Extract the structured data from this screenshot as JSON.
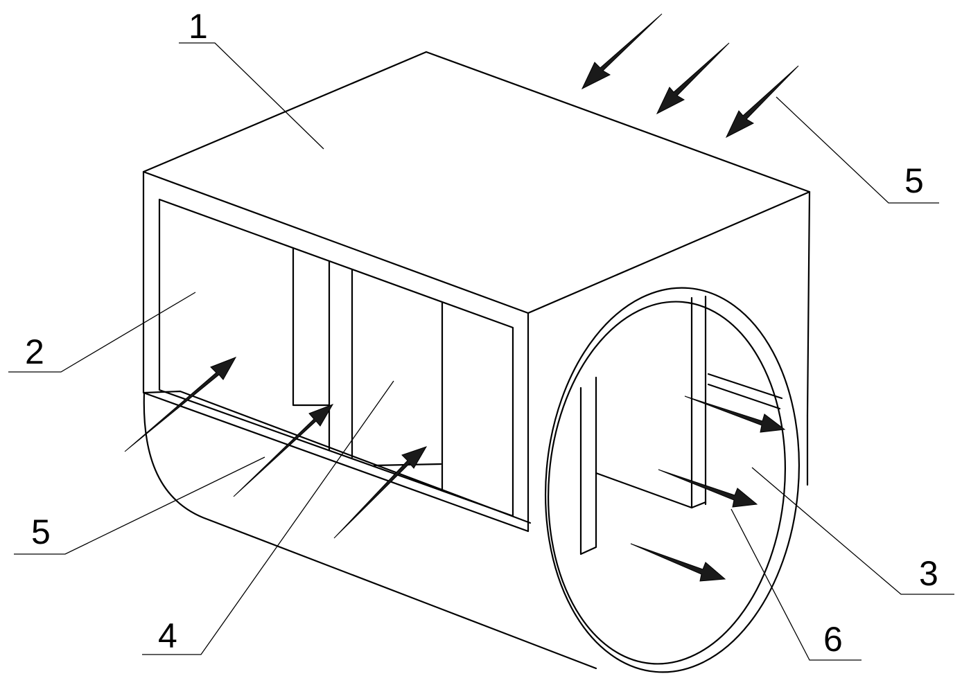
{
  "labels": {
    "l1": "1",
    "l5_top": "5",
    "l2": "2",
    "l5_left": "5",
    "l4": "4",
    "l3": "3",
    "l6": "6"
  },
  "arrows": {
    "arrow_color": "#1a1a1a"
  }
}
